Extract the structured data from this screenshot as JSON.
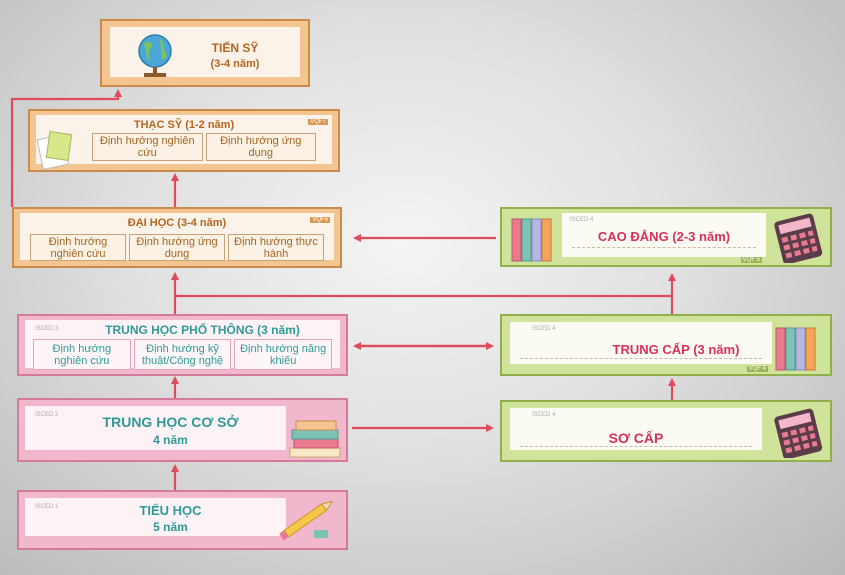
{
  "colors": {
    "arrow": "#e04a5a",
    "orange_box": "#f2c591",
    "pink_box": "#f1b7cd",
    "green_box": "#cfe39a"
  },
  "tien_sy": {
    "title": "TIẾN SỸ",
    "duration": "(3-4 năm)",
    "icon": "globe-icon"
  },
  "thac_sy": {
    "title": "THẠC SỸ (1-2 năm)",
    "tag": "VQF7",
    "icon": "notepad-icon",
    "cells": [
      "Định hướng nghiên cứu",
      "Định hướng ứng dụng"
    ]
  },
  "dai_hoc": {
    "title": "ĐẠI HỌC (3-4 năm)",
    "tag": "VQF6",
    "cells": [
      "Định hướng nghiên cứu",
      "Định hướng ứng dụng",
      "Định hướng thực hành"
    ]
  },
  "thpt": {
    "isced": "ISCED 3",
    "title": "TRUNG HỌC PHỔ THÔNG (3 năm)",
    "cells": [
      "Định hướng nghiên cứu",
      "Định hướng kỹ thuật/Công nghệ",
      "Định hướng năng khiếu"
    ]
  },
  "thcs": {
    "isced": "ISCED 2",
    "title": "TRUNG HỌC CƠ SỞ",
    "duration": "4 năm",
    "icon": "books-stack-icon"
  },
  "tieu_hoc": {
    "isced": "ISCED 1",
    "title": "TIỂU HỌC",
    "duration": "5 năm",
    "icon": "pencil-icon"
  },
  "cao_dang": {
    "isced": "ISCED 4",
    "title": "CAO ĐẲNG (2-3 năm)",
    "tag": "VQF 5",
    "icon": "calculator-icon"
  },
  "trung_cap": {
    "isced": "ISCED 4",
    "title": "TRUNG CẤP (3 năm)",
    "tag": "VQF 4",
    "icon": "binders-icon"
  },
  "so_cap": {
    "isced": "ISCED 4",
    "title": "SƠ CẤP",
    "icon": "calculator-icon"
  }
}
